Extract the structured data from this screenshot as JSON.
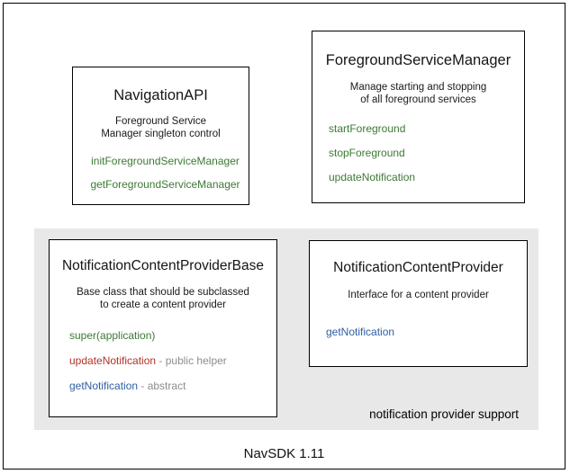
{
  "diagram": {
    "footer_caption": "NavSDK 1.11",
    "group": {
      "label": "notification provider support"
    },
    "cards": {
      "navigation_api": {
        "title": "NavigationAPI",
        "desc_line1": "Foreground Service",
        "desc_line2": "Manager singleton control",
        "members": [
          {
            "name": "initForegroundServiceManager",
            "suffix": "",
            "color": "green"
          },
          {
            "name": "getForegroundServiceManager",
            "suffix": "",
            "color": "green"
          }
        ]
      },
      "foreground_service_manager": {
        "title": "ForegroundServiceManager",
        "desc_line1": "Manage starting and stopping",
        "desc_line2": "of all foreground services",
        "members": [
          {
            "name": "startForeground",
            "suffix": "",
            "color": "green"
          },
          {
            "name": "stopForeground",
            "suffix": "",
            "color": "green"
          },
          {
            "name": "updateNotification",
            "suffix": "",
            "color": "green"
          }
        ]
      },
      "notification_content_provider_base": {
        "title": "NotificationContentProviderBase",
        "desc_line1": "Base class that should be subclassed",
        "desc_line2": "to create a content provider",
        "members": [
          {
            "name": "super(application)",
            "suffix": "",
            "color": "green"
          },
          {
            "name": "updateNotification",
            "suffix": " - public helper",
            "color": "red"
          },
          {
            "name": "getNotification",
            "suffix": " - abstract",
            "color": "blue"
          }
        ]
      },
      "notification_content_provider": {
        "title": "NotificationContentProvider",
        "desc_line1": "Interface for a content provider",
        "desc_line2": "",
        "members": [
          {
            "name": "getNotification",
            "suffix": "",
            "color": "blue"
          }
        ]
      }
    }
  },
  "colors": {
    "method_green": "#3c7a34",
    "method_red": "#b33127",
    "method_blue": "#2f5fa3",
    "suffix_gray": "#8d8d8d",
    "group_band": "#e8e8e8",
    "border": "#000000"
  }
}
